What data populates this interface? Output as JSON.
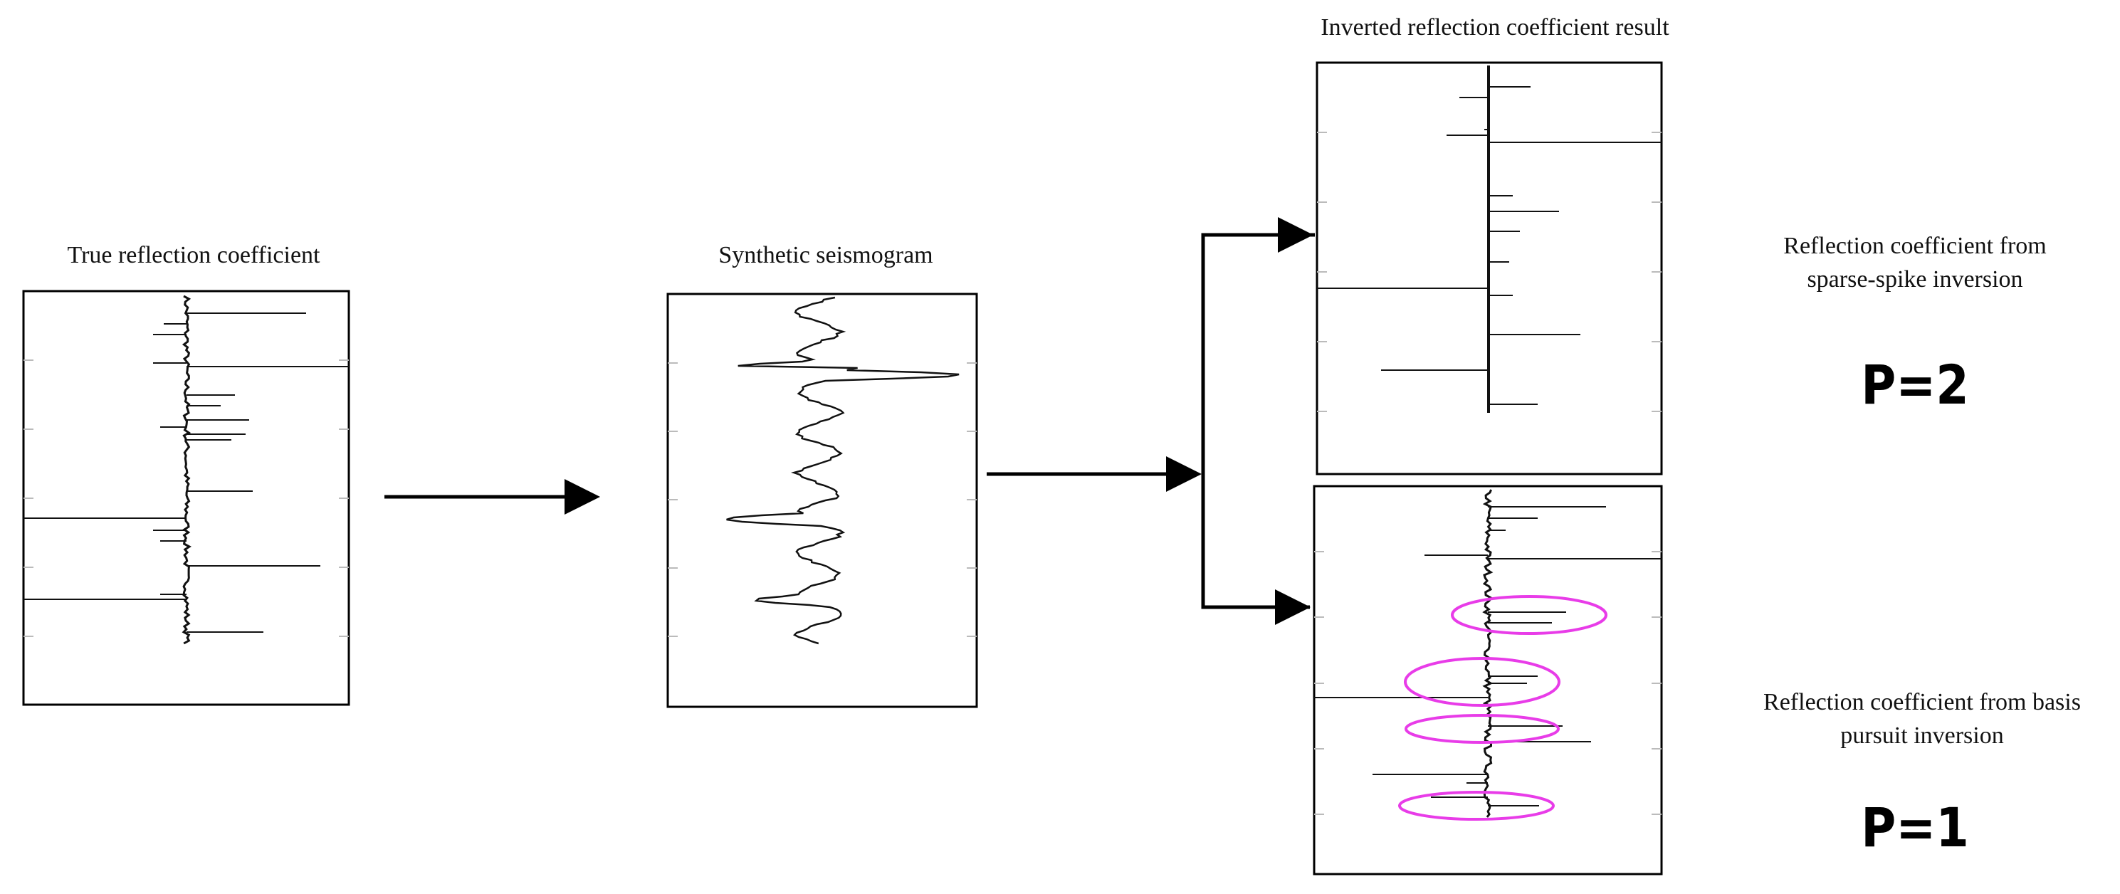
{
  "panels": {
    "true_rc": {
      "title": "True reflection coefficient"
    },
    "synthetic": {
      "title": "Synthetic seismogram"
    },
    "inverted": {
      "title": "Inverted reflection coefficient result"
    }
  },
  "methods": {
    "sparse_spike": {
      "line1": "Reflection coefficient from",
      "line2": "sparse-spike inversion",
      "p_value": "P=2"
    },
    "basis_pursuit": {
      "line1": "Reflection coefficient from basis",
      "line2": "pursuit inversion",
      "p_value": "P=1"
    }
  },
  "colors": {
    "trace": "#111111",
    "frame": "#000000",
    "highlight": "#e83ce8",
    "tick": "#bbbbbb"
  }
}
